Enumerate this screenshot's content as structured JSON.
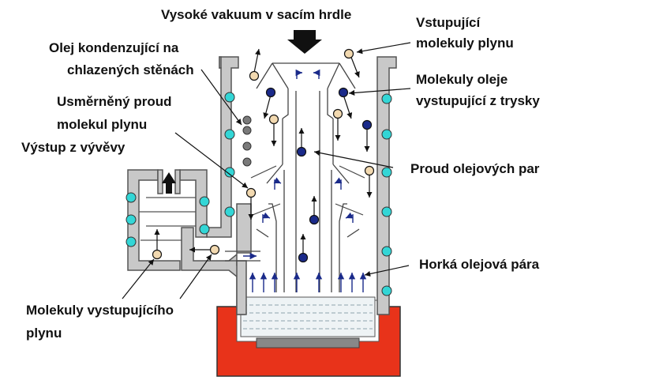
{
  "labels": {
    "top": "Vysoké vakuum v sacím hrdle",
    "in_gas_1": "Vstupující",
    "in_gas_2": "molekuly plynu",
    "oil_cond_1": "Olej kondenzující na",
    "oil_cond_2": "chlazených stěnách",
    "oil_mol_1": "Molekuly oleje",
    "oil_mol_2": "vystupující z trysky",
    "directed_1": "Usměrněný proud",
    "directed_2": "molekul plynu",
    "exhaust": "Výstup z vývěvy",
    "vapor_stream": "Proud olejových par",
    "hot_vapor": "Horká olejová pára",
    "out_gas_1": "Molekuly vystupujícího",
    "out_gas_2": "plynu"
  },
  "colors": {
    "wall_fill": "#c8c8c8",
    "wall_stroke": "#555555",
    "coolant": "#33d6d6",
    "oil_molecule": "#1a2a8a",
    "gas_molecule": "#f2d9b0",
    "condensed_oil": "#7a7a7a",
    "heater": "#e8331a",
    "oil_flow_arrow": "#1a2a8a"
  }
}
